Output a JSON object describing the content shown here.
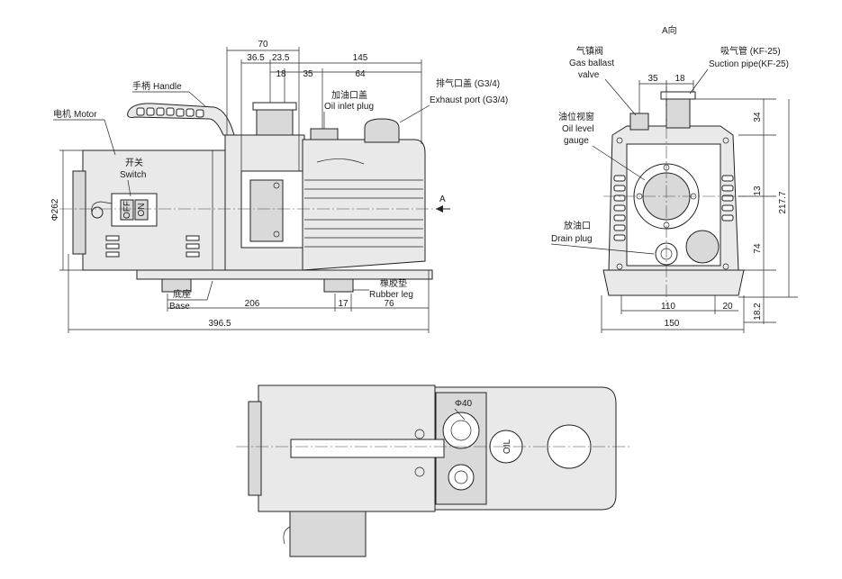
{
  "view_label": "A向",
  "arrow_label": "A",
  "labels": {
    "handle_cn": "手柄",
    "handle_en": "Handle",
    "motor_cn": "电机",
    "motor_en": "Motor",
    "switch_cn": "开关",
    "switch_en": "Switch",
    "switch_off": "OFF",
    "switch_on": "ON",
    "oil_inlet_cn": "加油口盖",
    "oil_inlet_en": "Oil inlet plug",
    "exhaust_cn": "排气口盖 (G3/4)",
    "exhaust_en": "Exhaust port (G3/4)",
    "base_cn": "底座",
    "base_en": "Base",
    "rubber_cn": "橡胶垫",
    "rubber_en": "Rubber leg",
    "gas_ballast_cn": "气镇阀",
    "gas_ballast_en1": "Gas ballast",
    "gas_ballast_en2": "valve",
    "suction_cn": "吸气管 (KF-25)",
    "suction_en": "Suction pipe(KF-25)",
    "oil_level_cn": "油位视窗",
    "oil_level_en1": "Oil level",
    "oil_level_en2": "gauge",
    "drain_cn": "放油口",
    "drain_en": "Drain plug",
    "oil_window_text": "OIL"
  },
  "dimensions": {
    "d70": "70",
    "d36_5": "36.5",
    "d23_5": "23.5",
    "d18": "18",
    "d35": "35",
    "d145": "145",
    "d64": "64",
    "phi262": "Φ262",
    "d206": "206",
    "d17": "17",
    "d76": "76",
    "d396_5": "396.5",
    "r35": "35",
    "r18": "18",
    "r34": "34",
    "r13": "13",
    "r217_7": "217.7",
    "r74": "74",
    "r110": "110",
    "r20": "20",
    "r150": "150",
    "r18_2": "18.2",
    "phi40": "Φ40"
  }
}
